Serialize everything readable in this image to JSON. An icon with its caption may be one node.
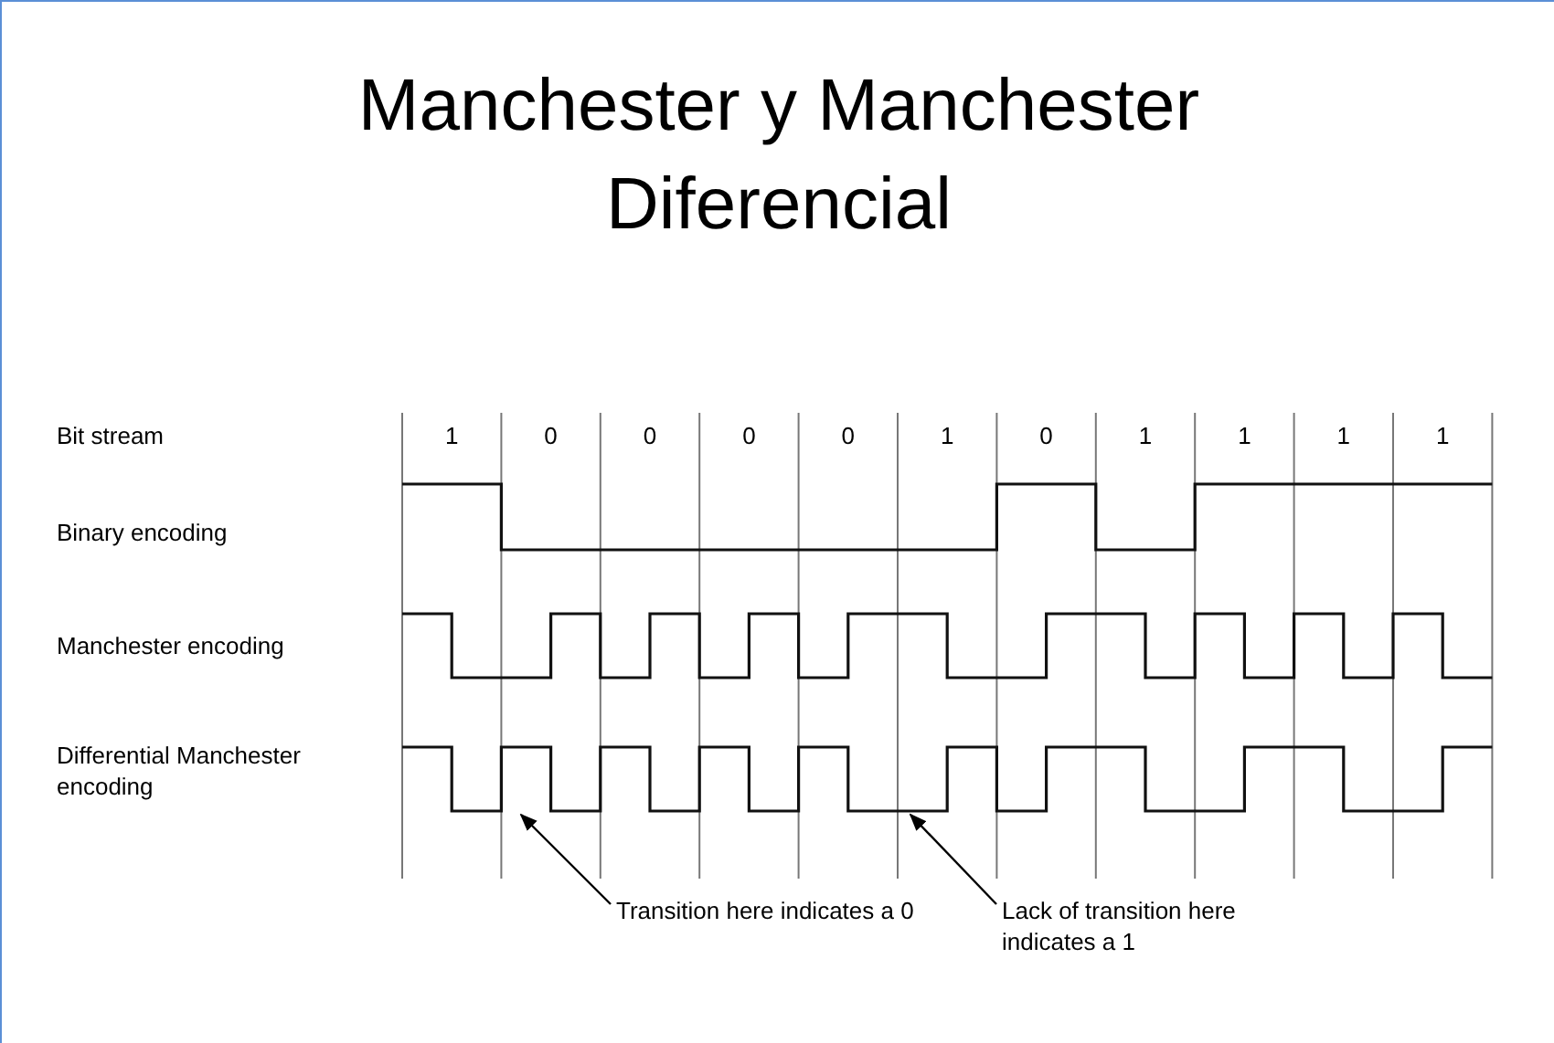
{
  "diagram": {
    "title": "Manchester y Manchester Diferencial",
    "nodes": [
      {
        "text": [
          "Transition here indicates a 0"
        ]
      },
      {
        "text": [
          "Lack of transition here indicates a 1"
        ]
      }
    ],
    "edges": [
      {
        "from": 0,
        "to": null,
        "arrow": "to"
      },
      {
        "from": 1,
        "to": null,
        "arrow": "to"
      }
    ],
    "labels": [
      "Bit stream",
      "Binary encoding",
      "Manchester encoding",
      "Differential Manchester encoding",
      "1",
      "0",
      "0",
      "0",
      "0",
      "1",
      "0",
      "1",
      "1",
      "1",
      "1"
    ]
  }
}
